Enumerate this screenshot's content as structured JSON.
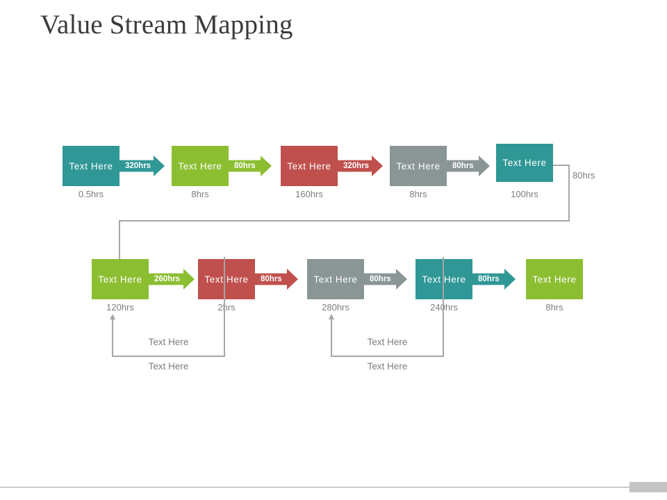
{
  "title": "Value Stream Mapping",
  "colors": {
    "teal": "#2f9796",
    "green": "#8cbe32",
    "red": "#c0504d",
    "gray": "#8a9596",
    "connector": "#a6a6a6",
    "hours_text": "#7d7d7d",
    "title_text": "#3b3b3b",
    "footer_block": "#c4c4c4"
  },
  "row1": {
    "steps": [
      {
        "label": "Text Here",
        "arrow_label": "320hrs",
        "hrs": "0.5hrs",
        "color_key": "teal",
        "has_arrow": true
      },
      {
        "label": "Text Here",
        "arrow_label": "80hrs",
        "hrs": "8hrs",
        "color_key": "green",
        "has_arrow": true
      },
      {
        "label": "Text Here",
        "arrow_label": "320hrs",
        "hrs": "160hrs",
        "color_key": "red",
        "has_arrow": true
      },
      {
        "label": "Text Here",
        "arrow_label": "80hrs",
        "hrs": "8hrs",
        "color_key": "gray",
        "has_arrow": true
      },
      {
        "label": "Text Here",
        "arrow_label": "",
        "hrs": "100hrs",
        "color_key": "teal",
        "has_arrow": false
      }
    ]
  },
  "connector": {
    "label": "80hrs"
  },
  "row2": {
    "steps": [
      {
        "label": "Text Here",
        "arrow_label": "260hrs",
        "hrs": "120hrs",
        "color_key": "green",
        "has_arrow": true
      },
      {
        "label": "Text Here",
        "arrow_label": "80hrs",
        "hrs": "2hrs",
        "color_key": "red",
        "has_arrow": true
      },
      {
        "label": "Text Here",
        "arrow_label": "80hrs",
        "hrs": "280hrs",
        "color_key": "gray",
        "has_arrow": true
      },
      {
        "label": "Text Here",
        "arrow_label": "80hrs",
        "hrs": "240hrs",
        "color_key": "teal",
        "has_arrow": true
      },
      {
        "label": "Text Here",
        "arrow_label": "",
        "hrs": "8hrs",
        "color_key": "green",
        "has_arrow": false
      }
    ]
  },
  "brackets": [
    {
      "inner_label": "Text Here",
      "under_label": "Text Here"
    },
    {
      "inner_label": "Text Here",
      "under_label": "Text Here"
    }
  ]
}
